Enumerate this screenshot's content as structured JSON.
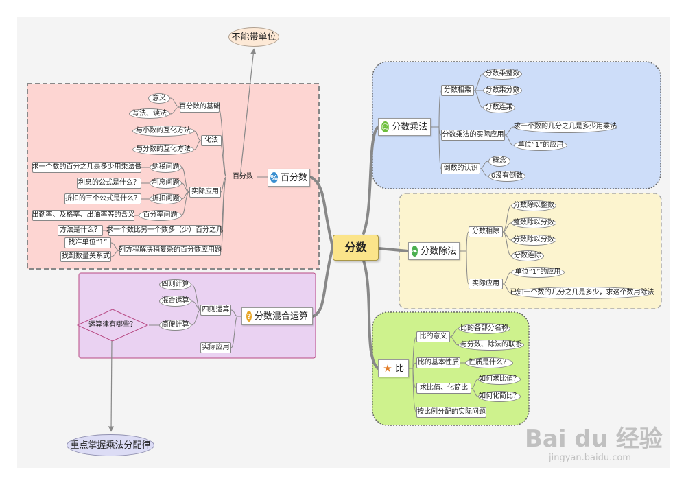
{
  "center": "分数",
  "branches": {
    "percent": {
      "title": "百分数",
      "icon": "percent-icon",
      "sub": "百分数",
      "basic": "百分数的基础",
      "meaning": "意义",
      "readwrite": "写法、读法",
      "convert": "化法",
      "conv_dec": "与小数的互化方法",
      "conv_frac": "与分数的互化方法",
      "applied": "实际应用",
      "tax": "纳税问题",
      "tax_q": "求一个数的百分之几是多少用乘法做",
      "interest": "利息问题",
      "interest_q": "利息的公式是什么？",
      "discount": "折扣问题",
      "discount_q": "折扣的三个公式是什么？",
      "rate": "百分率问题",
      "rate_q": "出勤率、及格率、出油率等的含义",
      "more_less": "求一个数比另一个数多（少）百分之几",
      "method_q": "方法是什么？",
      "equation": "列方程解决稍复杂的百分数应用题",
      "unit_one": "找准单位“1”",
      "relation": "找到数量关系式"
    },
    "mixed": {
      "title": "分数混合运算",
      "icon": "question-icon",
      "four": "四则运算",
      "calc": "四则计算",
      "mix": "混合运算",
      "simple": "简便计算",
      "laws_q": "运算律有哪些？",
      "applied": "实际应用"
    },
    "multiply": {
      "title": "分数乘法",
      "icon": "smiley-icon",
      "mult": "分数相乘",
      "mult_int": "分数乘整数",
      "mult_frac": "分数乘分数",
      "mult_chain": "分数连乘",
      "applied": "分数乘法的实际应用",
      "applied_1": "求一个数的几分之几是多少用乘法",
      "applied_2": "单位“1”的应用",
      "reciprocal": "倒数的认识",
      "concept": "概念",
      "zero": "0没有倒数"
    },
    "divide": {
      "title": "分数除法",
      "icon": "leaf-icon",
      "div": "分数相除",
      "div_int": "分数除以整数",
      "int_div": "整数除以分数",
      "frac_div": "分数除以分数",
      "chain": "分数连除",
      "applied": "实际应用",
      "applied_1": "单位“1”的应用",
      "applied_2": "已知一个数的几分之几是多少，求这个数用除法"
    },
    "ratio": {
      "title": "比",
      "icon": "star-icon",
      "meaning": "比的意义",
      "parts": "比的各部分名称",
      "relation": "与分数、除法的联系",
      "property": "比的基本性质",
      "property_q": "性质是什么？",
      "simplify": "求比值、化简比",
      "value_q": "如何求比值？",
      "simplify_q": "如何化简比？",
      "allocation": "按比例分配的实际问题"
    }
  },
  "callouts": {
    "no_unit": "不能带单位",
    "distributive": "重点掌握乘法分配律"
  },
  "watermark": {
    "logo": "Bai du 经验",
    "url": "jingyan.baidu.com"
  },
  "colors": {
    "pink": "#fdd5d2",
    "purple": "#ead2f2",
    "blue": "#cdddf9",
    "yellow": "#fcf4cf",
    "green": "#cef28d",
    "center": "#fbe48a"
  }
}
